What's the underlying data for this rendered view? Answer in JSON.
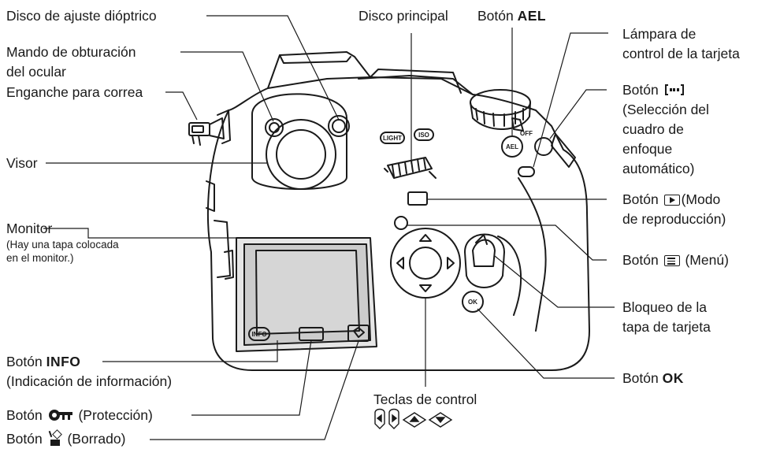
{
  "labels": {
    "dioptric": "Disco de ajuste dióptrico",
    "shutter_l1": "Mando de obturación",
    "shutter_l2": "del ocular",
    "strap": "Enganche para correa",
    "viewfinder": "Visor",
    "monitor": "Monitor",
    "monitor_note_l1": "(Hay una tapa colocada",
    "monitor_note_l2": "en el monitor.)",
    "info_prefix": "Botón",
    "info_bold": "INFO",
    "info_desc": "(Indicación de información)",
    "protect_prefix": "Botón",
    "protect_suffix": "(Protección)",
    "erase_prefix": "Botón",
    "erase_suffix": "(Borrado)",
    "main_dial": "Disco principal",
    "ael_prefix": "Botón",
    "ael_bold": "AEL",
    "lamp_l1": "Lámpara de",
    "lamp_l2": "control de la tarjeta",
    "af_prefix": "Botón",
    "af_l2": "(Selección del",
    "af_l3": "cuadro de",
    "af_l4": "enfoque",
    "af_l5": "automático)",
    "play_prefix": "Botón",
    "play_l1_suffix": "(Modo",
    "play_l2": "de reproducción)",
    "menu_prefix": "Botón",
    "menu_suffix": "(Menú)",
    "lock_l1": "Bloqueo de la",
    "lock_l2": "tapa de tarjeta",
    "ok_prefix": "Botón",
    "ok_bold": "OK",
    "arrows": "Teclas de control"
  },
  "camera_markings": {
    "info": "INFO",
    "ael": "AEL",
    "ok": "OK",
    "light": "LIGHT",
    "iso": "ISO",
    "off": "OFF"
  },
  "colors": {
    "line": "#1a1a1a",
    "body": "#ffffff",
    "screen": "#cccccc",
    "bezel": "#e6e6e6"
  }
}
